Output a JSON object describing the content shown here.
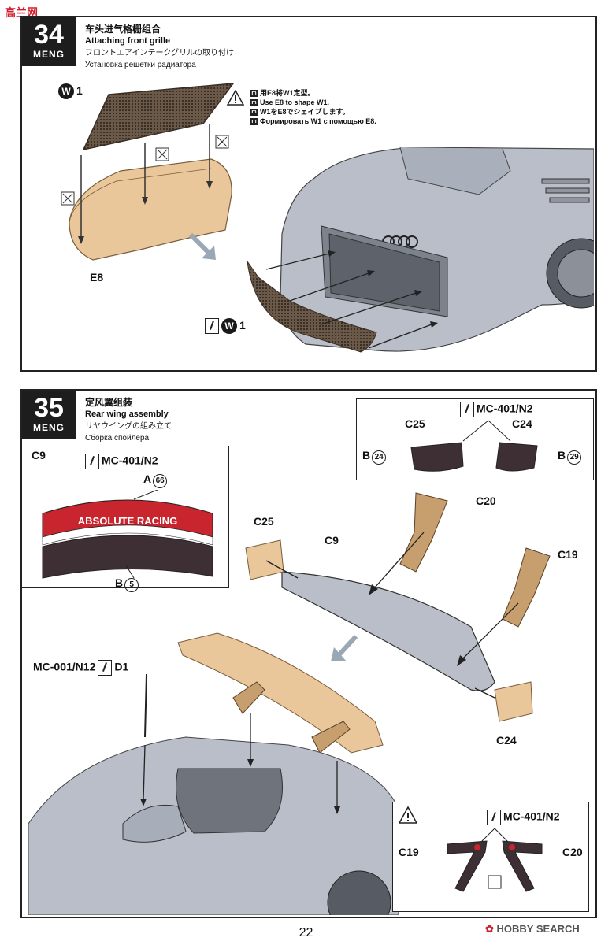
{
  "watermark_top_left": "高兰网",
  "step34": {
    "number": "34",
    "brand": "MENG",
    "title_zh": "车头进气格栅组合",
    "title_en": "Attaching front grille",
    "title_ja": "フロントエアインテークグリルの取り付け",
    "title_ru": "Установка решетки радиатора",
    "note_lines": [
      "用E8将W1定型。",
      "Use E8 to shape W1.",
      "W1をE8でシェイプします。",
      "Формировать W1 с помощью E8."
    ],
    "label_w1": "W",
    "label_w1_sub": "1",
    "label_e8": "E8",
    "label_w1_bottom": "W",
    "label_w1_bottom_sub": "1"
  },
  "step35": {
    "number": "35",
    "brand": "MENG",
    "title_zh": "定风翼组装",
    "title_en": "Rear wing assembly",
    "title_ja": "リヤウイングの組み立て",
    "title_ru": "Сборка спойлера",
    "c9_label": "C9",
    "paint_main": "MC-401/N2",
    "a66_prefix": "A",
    "a66_num": "66",
    "decal_text": "ABSOLUTE RACING",
    "b5_prefix": "B",
    "b5_num": "5",
    "inset_paint": "MC-401/N2",
    "c25_top": "C25",
    "c24_top": "C24",
    "b24_prefix": "B",
    "b24_num": "24",
    "b29_prefix": "B",
    "b29_num": "29",
    "c20": "C20",
    "c25": "C25",
    "c9": "C9",
    "c19": "C19",
    "c24": "C24",
    "antenna_paint": "MC-001/N12",
    "d1": "D1",
    "bottom_paint": "MC-401/N2",
    "bottom_c19": "C19",
    "bottom_c20": "C20"
  },
  "footer": {
    "page_number": "22",
    "hobby_logo": "HOBBY SEARCH"
  },
  "colors": {
    "foam": "#e9c79a",
    "part_grey": "#b9bec8",
    "dark": "#1d1d1d",
    "decal_red": "#c8252e",
    "mesh": "#5a4a3c"
  }
}
